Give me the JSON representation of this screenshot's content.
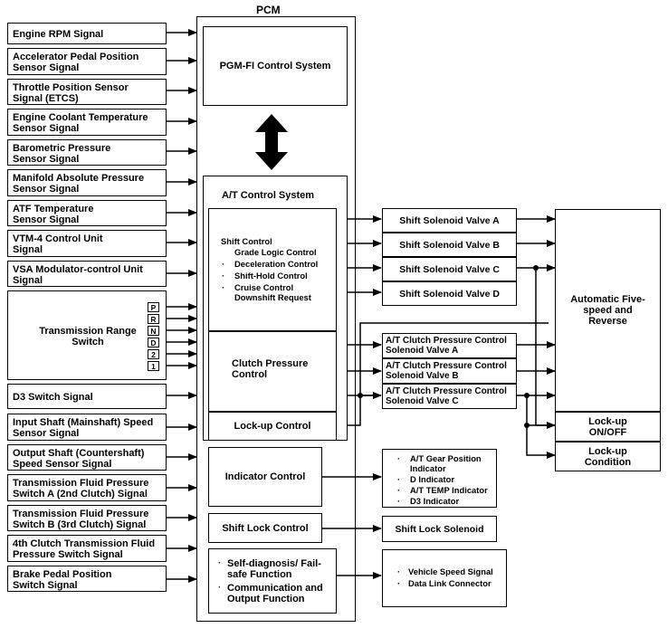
{
  "pcm_title": "PCM",
  "inputs": [
    {
      "id": "engine_rpm",
      "label": "Engine RPM Signal"
    },
    {
      "id": "app",
      "label": "Accelerator Pedal Position Sensor Signal"
    },
    {
      "id": "tps",
      "label": "Throttle Position Sensor Signal (ETCS)"
    },
    {
      "id": "ect",
      "label": "Engine Coolant Temperature Sensor Signal"
    },
    {
      "id": "baro",
      "label": "Barometric Pressure Sensor Signal"
    },
    {
      "id": "map",
      "label": "Manifold Absolute Pressure Sensor Signal"
    },
    {
      "id": "atf",
      "label": "ATF Temperature Sensor Signal"
    },
    {
      "id": "vtm4",
      "label": "VTM-4 Control Unit Signal"
    },
    {
      "id": "vsa",
      "label": "VSA Modulator-control Unit Signal"
    },
    {
      "id": "trs",
      "label": "Transmission Range Switch"
    },
    {
      "id": "d3",
      "label": "D3 Switch Signal"
    },
    {
      "id": "input_shaft",
      "label": "Input Shaft (Mainshaft) Speed Sensor Signal"
    },
    {
      "id": "output_shaft",
      "label": "Output Shaft (Countershaft) Speed Sensor Signal"
    },
    {
      "id": "tfps_a",
      "label": "Transmission Fluid Pressure Switch A (2nd Clutch) Signal"
    },
    {
      "id": "tfps_b",
      "label": "Transmission Fluid Pressure Switch B (3rd Clutch) Signal"
    },
    {
      "id": "tfps_4",
      "label": "4th Clutch Transmission Fluid Pressure Switch Signal"
    },
    {
      "id": "brake",
      "label": "Brake Pedal Position Switch Signal"
    }
  ],
  "range_positions": [
    "P",
    "R",
    "N",
    "D",
    "2",
    "1"
  ],
  "pgmfi": "PGM-FI Control System",
  "at_control": "A/T Control System",
  "shift_control": {
    "title": "Shift Control",
    "items": [
      "Grade Logic Control",
      "Deceleration Control",
      "Shift-Hold Control",
      "Cruise Control Downshift Request"
    ]
  },
  "clutch_pressure": "Clutch Pressure Control",
  "lockup_control": "Lock-up Control",
  "indicator_control": "Indicator Control",
  "shift_lock_control": "Shift Lock Control",
  "self_diag": [
    "Self-diagnosis/ Fail-safe Function",
    "Communication and Output Function"
  ],
  "outputs": {
    "ssv_a": "Shift Solenoid Valve A",
    "ssv_b": "Shift Solenoid Valve B",
    "ssv_c": "Shift Solenoid Valve C",
    "ssv_d": "Shift Solenoid Valve D",
    "cpcsv_a": "A/T Clutch Pressure Control Solenoid Valve A",
    "cpcsv_b": "A/T Clutch Pressure Control Solenoid Valve B",
    "cpcsv_c": "A/T Clutch Pressure Control Solenoid Valve C",
    "indicators": [
      "A/T Gear Position Indicator",
      "D Indicator",
      "A/T TEMP Indicator",
      "D3 Indicator"
    ],
    "shift_lock_solenoid": "Shift Lock Solenoid",
    "comm": [
      "Vehicle Speed Signal",
      "Data Link Connector"
    ]
  },
  "right": {
    "auto": "Automatic Five-speed and Reverse",
    "lockup_onoff": "Lock-up ON/OFF",
    "lockup_condition": "Lock-up Condition"
  },
  "bullet": "·"
}
